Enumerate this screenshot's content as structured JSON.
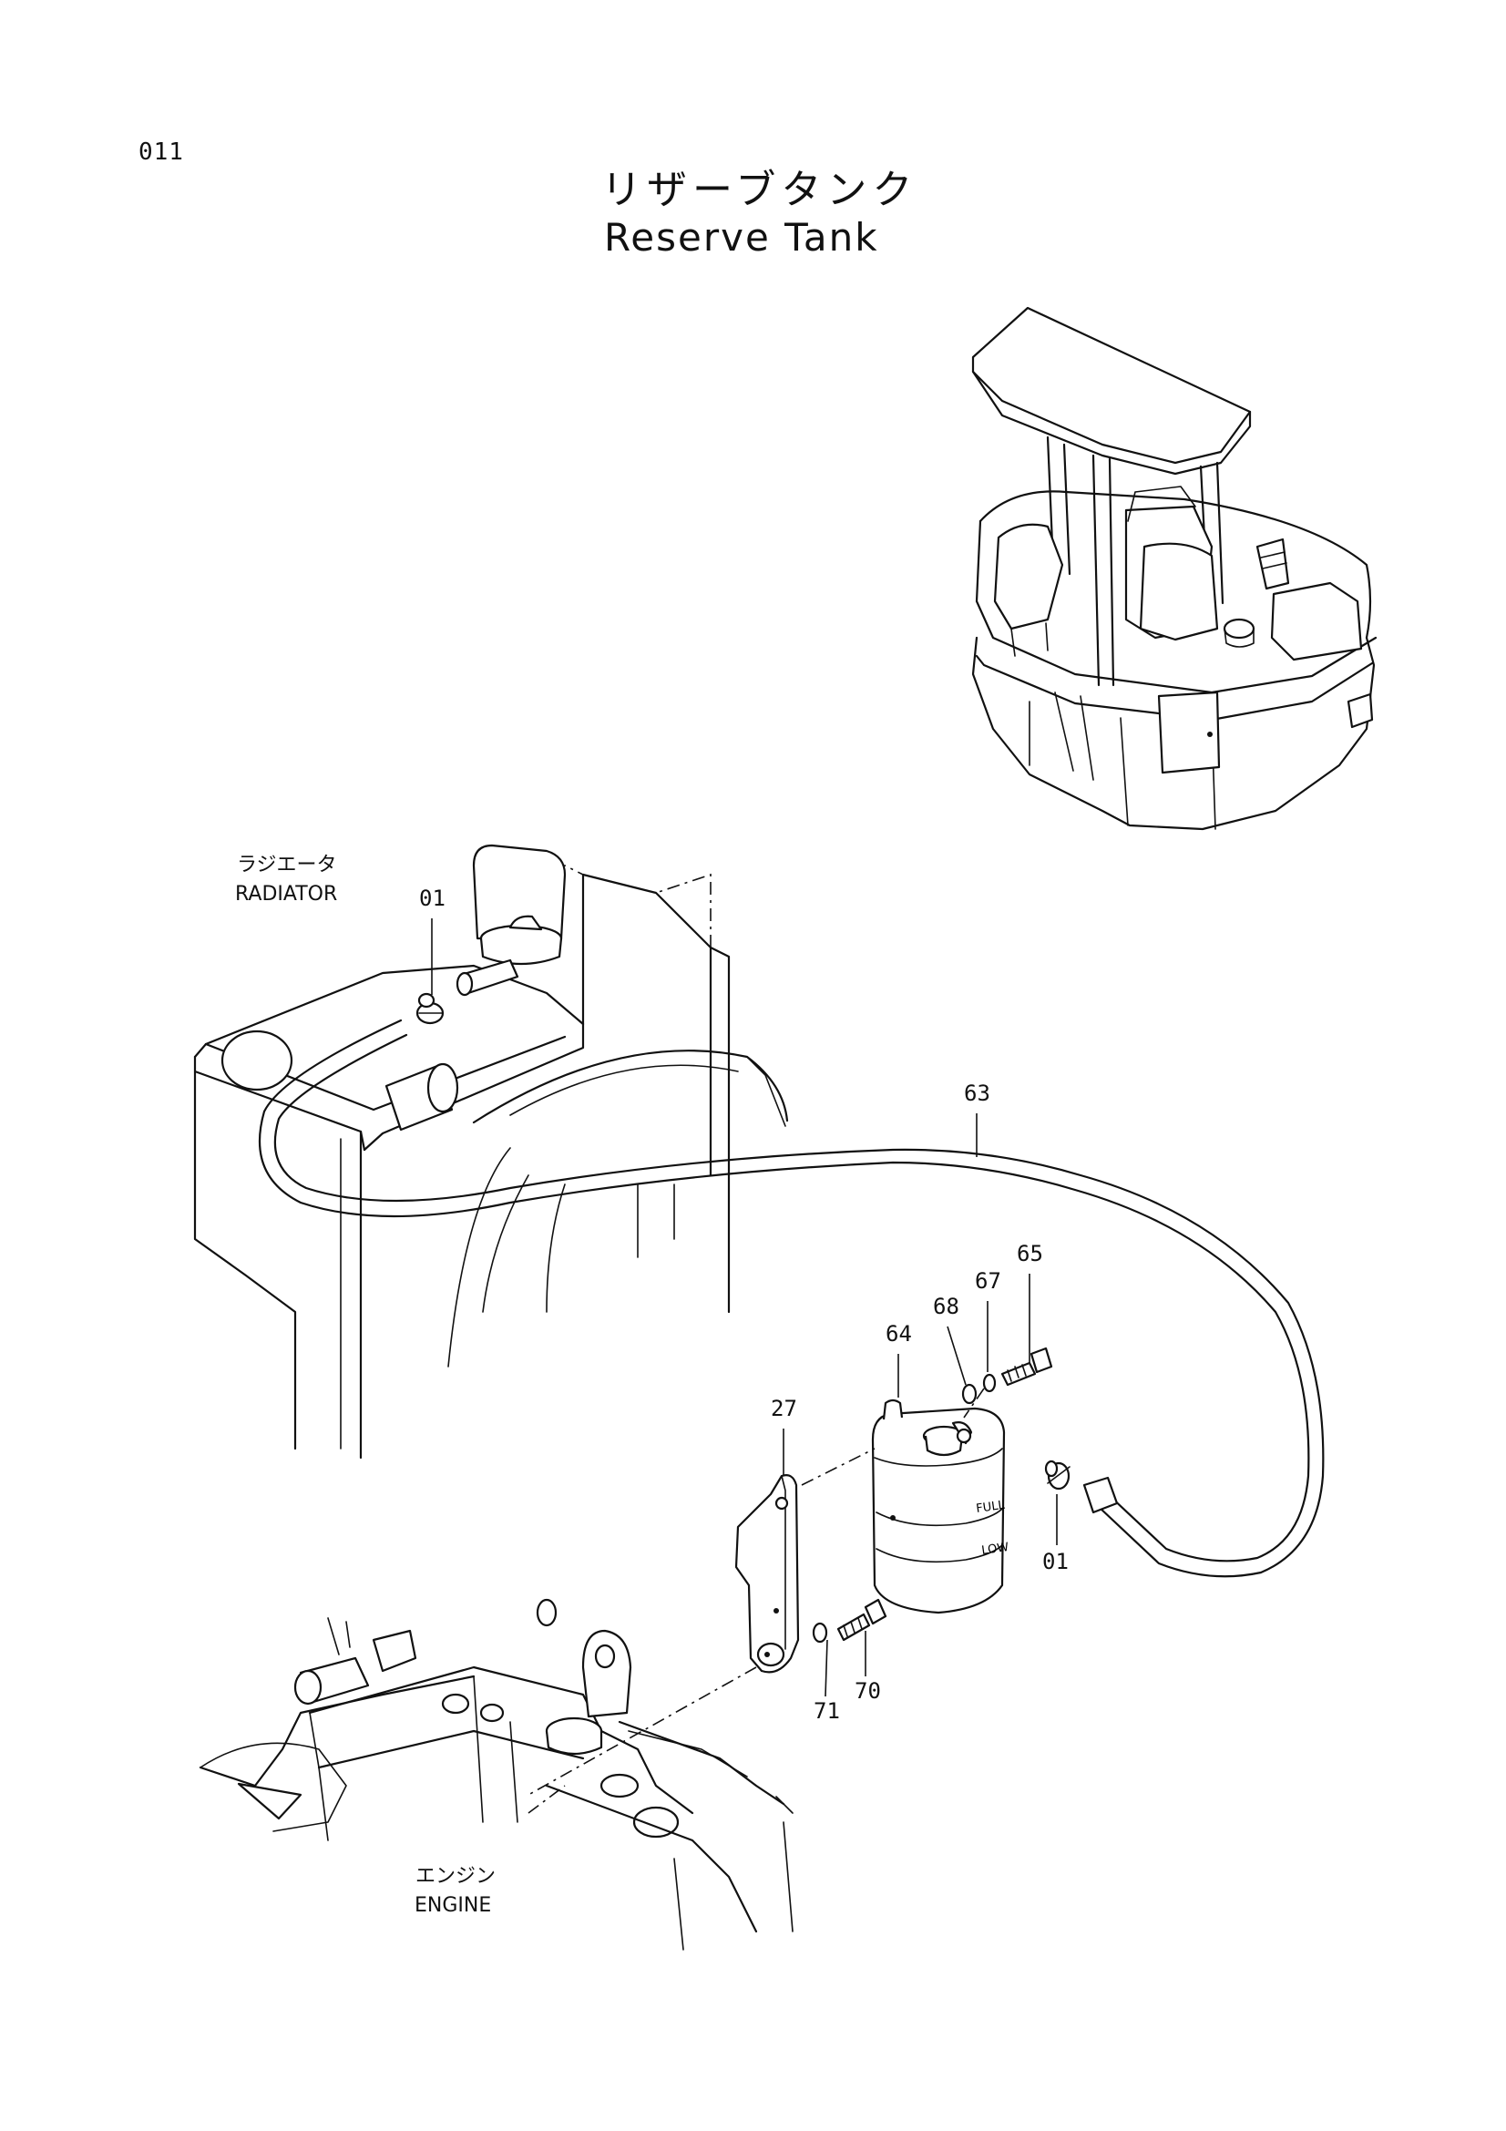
{
  "page_number": "011",
  "title_jp": "リザーブタンク",
  "title_en": "Reserve Tank",
  "labels": {
    "radiator_jp": "ラジエータ",
    "radiator_en": "RADIATOR",
    "engine_jp": "エンジン",
    "engine_en": "ENGINE",
    "tank_full": "FULL",
    "tank_low": "LOW"
  },
  "part_numbers": {
    "clamp_top": "01",
    "clamp_tank": "01",
    "hose": "63",
    "tank": "64",
    "bolt_tank": "65",
    "washer_67": "67",
    "washer_68": "68",
    "bracket": "27",
    "bolt_bracket": "70",
    "washer_71": "71"
  }
}
